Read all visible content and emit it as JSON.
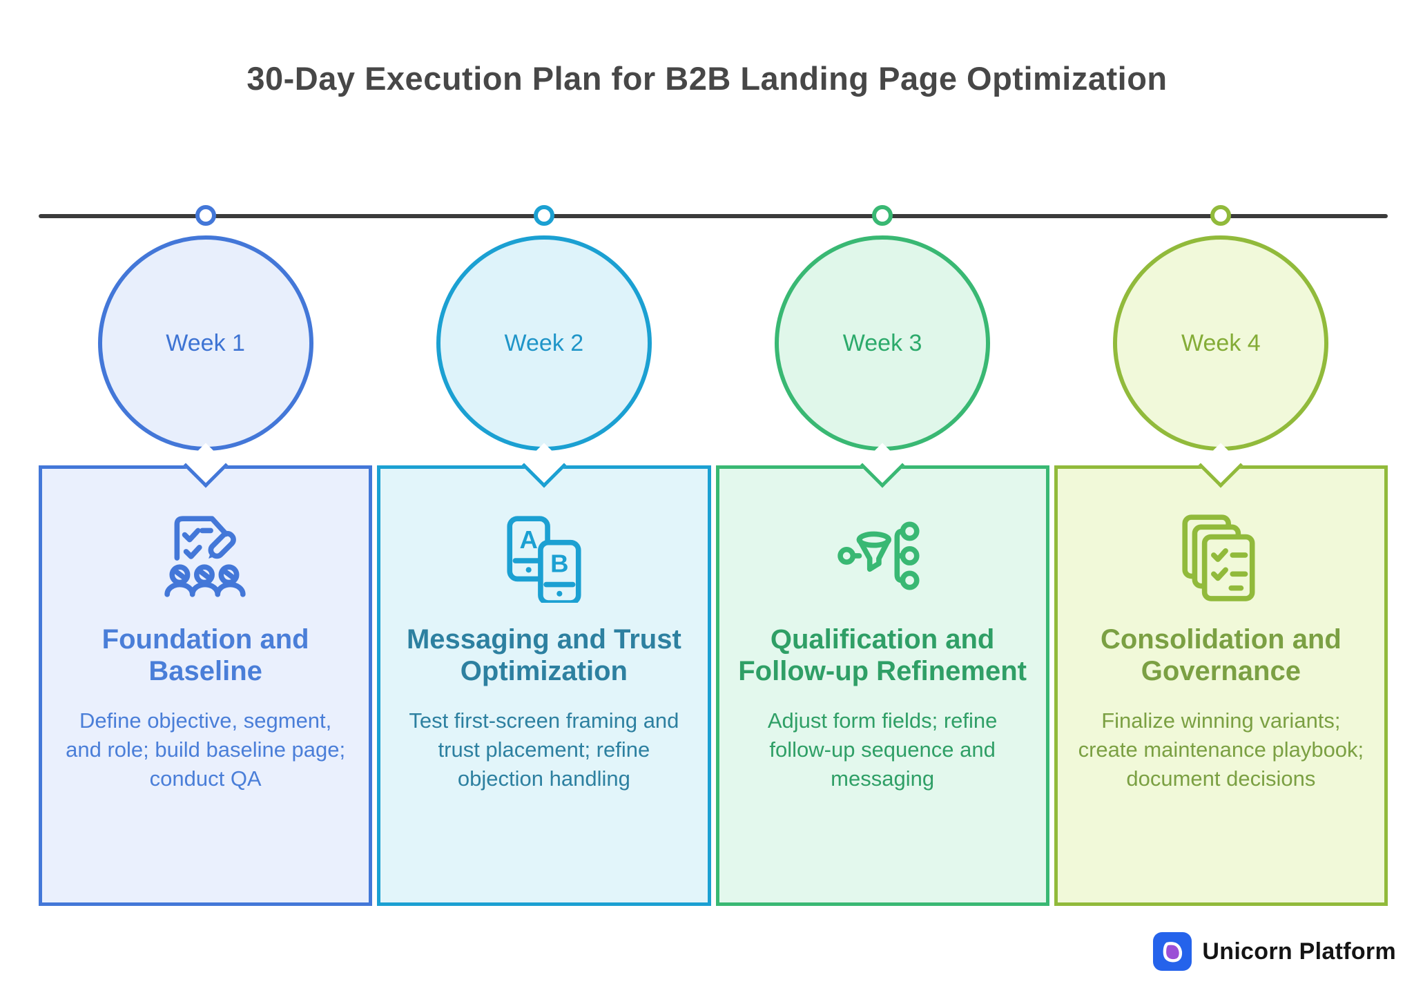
{
  "title": "30-Day Execution Plan for B2B Landing Page Optimization",
  "timeline": {
    "line_color": "#3b3b3b"
  },
  "weeks": [
    {
      "label": "Week 1",
      "card_title": "Foundation and Baseline",
      "card_description": "Define objective, segment, and role; build baseline page; conduct QA",
      "icon": "checklist-people-icon",
      "colors": {
        "border": "#4377d8",
        "circle_fill": "#e8effc",
        "card_fill": "#eaf0fd",
        "label": "#3d73d3",
        "text": "#4a7ed8"
      }
    },
    {
      "label": "Week 2",
      "card_title": "Messaging and Trust Optimization",
      "card_description": "Test first-screen framing and trust placement; refine objection handling",
      "icon": "ab-test-phones-icon",
      "icon_letters": {
        "a": "A",
        "b": "B"
      },
      "colors": {
        "border": "#1ba0d2",
        "circle_fill": "#def3fa",
        "card_fill": "#e2f5fa",
        "label": "#1f95c8",
        "text": "#2d80a0"
      }
    },
    {
      "label": "Week 3",
      "card_title": "Qualification and Follow-up Refinement",
      "card_description": "Adjust form fields; refine follow-up sequence and messaging",
      "icon": "funnel-branch-icon",
      "colors": {
        "border": "#39b873",
        "circle_fill": "#e0f7ea",
        "card_fill": "#e3f8ed",
        "label": "#2caa6b",
        "text": "#2f9f66"
      }
    },
    {
      "label": "Week 4",
      "card_title": "Consolidation and Governance",
      "card_description": "Finalize winning variants; create maintenance playbook; document decisions",
      "icon": "stacked-checklists-icon",
      "colors": {
        "border": "#91ba3b",
        "circle_fill": "#f1f9da",
        "card_fill": "#f1f9d9",
        "label": "#84ac37",
        "text": "#7ba043"
      }
    }
  ],
  "footer": {
    "brand": "Unicorn Platform",
    "logo_colors": {
      "background": "#2563eb",
      "drop": "#9b4fd6"
    }
  }
}
